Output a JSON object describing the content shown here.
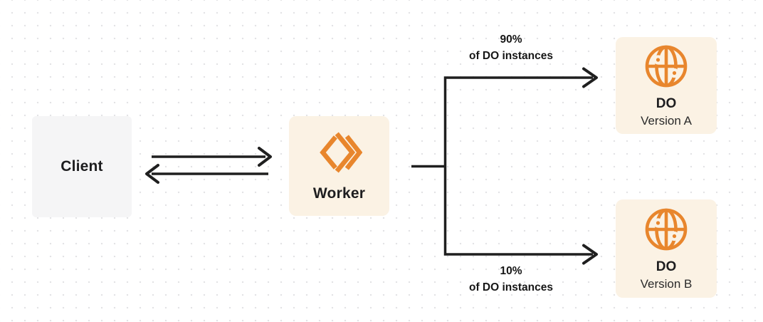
{
  "diagram": {
    "description": "Worker routing traffic between two Durable Object versions",
    "theme": {
      "orange": "#e8862d",
      "node_cream_bg": "#fbf2e4",
      "node_gray_bg": "#f5f5f6",
      "line_color": "#1f1f1f",
      "text_color": "#1d1d1f",
      "dot_grid_color": "#e3e3e5"
    },
    "nodes": {
      "client": {
        "label": "Client"
      },
      "worker": {
        "label": "Worker",
        "icon": "workers-icon"
      },
      "do_version_a": {
        "title": "DO",
        "subtitle": "Version A",
        "icon": "globe-icon"
      },
      "do_version_b": {
        "title": "DO",
        "subtitle": "Version B",
        "icon": "globe-icon"
      }
    },
    "edges": {
      "client_to_worker": {
        "type": "arrow-right"
      },
      "worker_to_client": {
        "type": "arrow-left"
      },
      "split_top": {
        "percent": "90%",
        "caption": "of DO instances"
      },
      "split_bottom": {
        "percent": "10%",
        "caption": "of DO instances"
      }
    }
  }
}
